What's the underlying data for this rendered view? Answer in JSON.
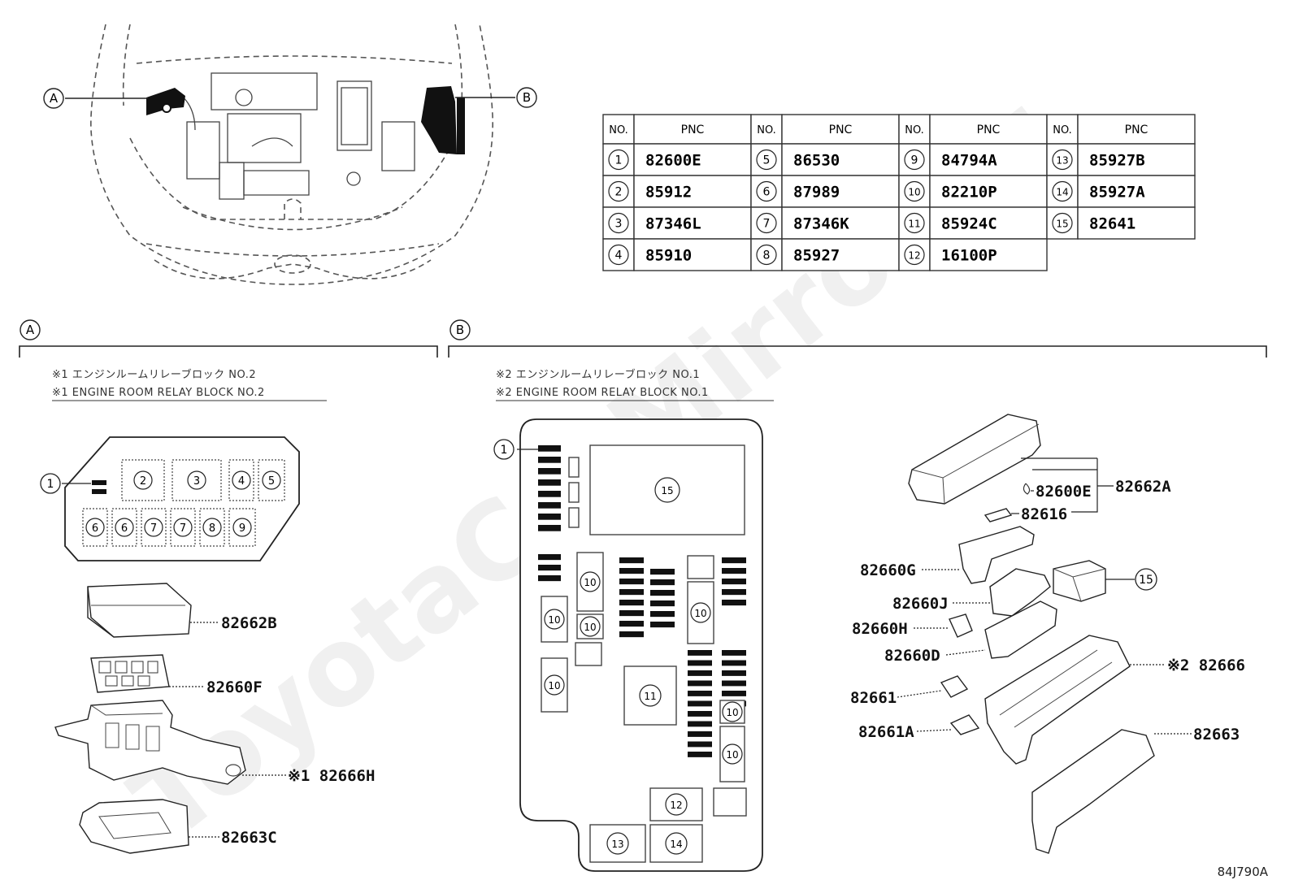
{
  "table": {
    "headers": [
      "NO.",
      "PNC"
    ],
    "columns": [
      [
        {
          "no": "1",
          "pnc": "82600E"
        },
        {
          "no": "2",
          "pnc": "85912"
        },
        {
          "no": "3",
          "pnc": "87346L"
        },
        {
          "no": "4",
          "pnc": "85910"
        }
      ],
      [
        {
          "no": "5",
          "pnc": "86530"
        },
        {
          "no": "6",
          "pnc": "87989"
        },
        {
          "no": "7",
          "pnc": "87346K"
        },
        {
          "no": "8",
          "pnc": "85927"
        }
      ],
      [
        {
          "no": "9",
          "pnc": "84794A"
        },
        {
          "no": "10",
          "pnc": "82210P"
        },
        {
          "no": "11",
          "pnc": "85924C"
        },
        {
          "no": "12",
          "pnc": "16100P"
        }
      ],
      [
        {
          "no": "13",
          "pnc": "85927B"
        },
        {
          "no": "14",
          "pnc": "85927A"
        },
        {
          "no": "15",
          "pnc": "82641"
        }
      ]
    ]
  },
  "callouts": {
    "a": "A",
    "b": "B"
  },
  "section_a": {
    "title_jp": "※1 エンジンルームリレーブロック NO.2",
    "title_en": "※1 ENGINE ROOM RELAY BLOCK NO.2",
    "block_numbers": [
      "2",
      "3",
      "4",
      "5",
      "6",
      "6",
      "7",
      "7",
      "8",
      "9"
    ],
    "marker": "1",
    "parts": [
      "82662B",
      "82660F",
      "※1 82666H",
      "82663C"
    ]
  },
  "section_b": {
    "title_jp": "※2 エンジンルームリレーブロック NO.1",
    "title_en": "※2 ENGINE ROOM RELAY BLOCK NO.1",
    "marker": "1",
    "block_numbers": [
      "15",
      "10",
      "10",
      "10",
      "10",
      "10",
      "11",
      "10",
      "10",
      "12",
      "13",
      "14"
    ],
    "parts": [
      "82600E",
      "82616",
      "82662A",
      "82660G",
      "15",
      "82660J",
      "82660H",
      "82660D",
      "※2 82666",
      "82661",
      "82661A",
      "82663"
    ]
  },
  "figure_code": "84J790A",
  "watermark": "ToyotaCarMirror.ru"
}
